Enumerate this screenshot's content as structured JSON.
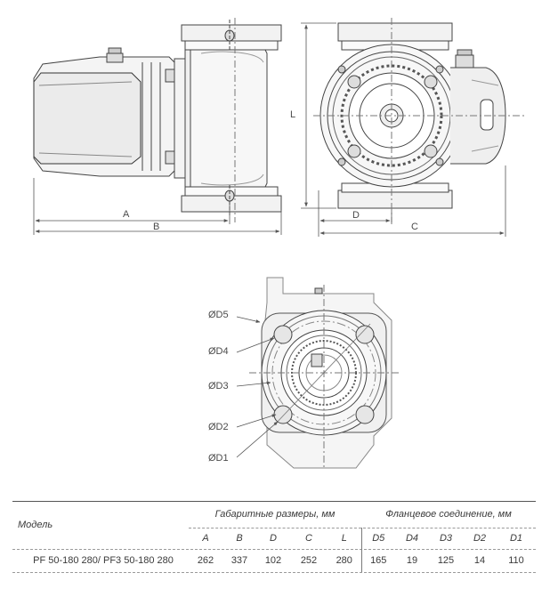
{
  "top_view": {
    "dim_a": "A",
    "dim_b": "B",
    "dim_l": "L",
    "dim_d": "D",
    "dim_c": "C"
  },
  "flange_view": {
    "d5": "ØD5",
    "d4": "ØD4",
    "d3": "ØD3",
    "d2": "ØD2",
    "d1": "ØD1"
  },
  "table": {
    "model_header": "Модель",
    "group_dimensions": "Габаритные размеры, мм",
    "group_flange": "Фланцевое соединение, мм",
    "columns": [
      "A",
      "B",
      "D",
      "C",
      "L",
      "D5",
      "D4",
      "D3",
      "D2",
      "D1"
    ],
    "rows": [
      {
        "model": "PF 50-180 280/ PF3 50-180 280",
        "values": [
          "262",
          "337",
          "102",
          "252",
          "280",
          "165",
          "19",
          "125",
          "14",
          "110"
        ]
      }
    ]
  }
}
